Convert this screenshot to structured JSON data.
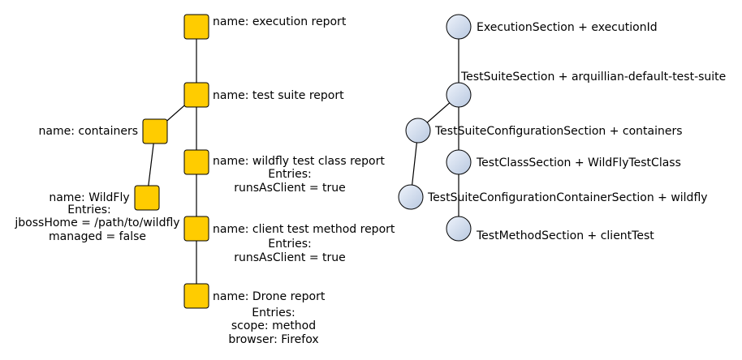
{
  "colors": {
    "report_fill": "#FFCC00",
    "section_fill_light": "#EEF3FB",
    "section_fill_dark": "#B8C8E0",
    "edge": "#000000",
    "text": "#000000"
  },
  "report_tree": {
    "execution": {
      "label": "name: execution report"
    },
    "test_suite": {
      "label": "name: test suite report"
    },
    "containers": {
      "label": "name: containers"
    },
    "wildfly_container": {
      "label": "name: WildFly",
      "entries_label": "Entries:",
      "entries": [
        "jbossHome = /path/to/wildfly",
        "managed = false"
      ]
    },
    "wildfly_test_class": {
      "label": "name: wildfly test class report",
      "entries_label": "Entries:",
      "entries": [
        "runsAsClient = true"
      ]
    },
    "client_test_method": {
      "label": "name: client test method report",
      "entries_label": "Entries:",
      "entries": [
        "runsAsClient = true"
      ]
    },
    "drone": {
      "label": "name: Drone report",
      "entries_label": "Entries:",
      "entries": [
        "scope: method",
        "browser: Firefox"
      ]
    }
  },
  "section_tree": {
    "execution": {
      "label": "ExecutionSection + executionId"
    },
    "test_suite": {
      "label": "TestSuiteSection + arquillian-default-test-suite"
    },
    "suite_config": {
      "label": "TestSuiteConfigurationSection + containers"
    },
    "test_class": {
      "label": "TestClassSection + WildFlyTestClass"
    },
    "container_config": {
      "label": "TestSuiteConfigurationContainerSection + wildfly"
    },
    "test_method": {
      "label": "TestMethodSection + clientTest"
    }
  }
}
